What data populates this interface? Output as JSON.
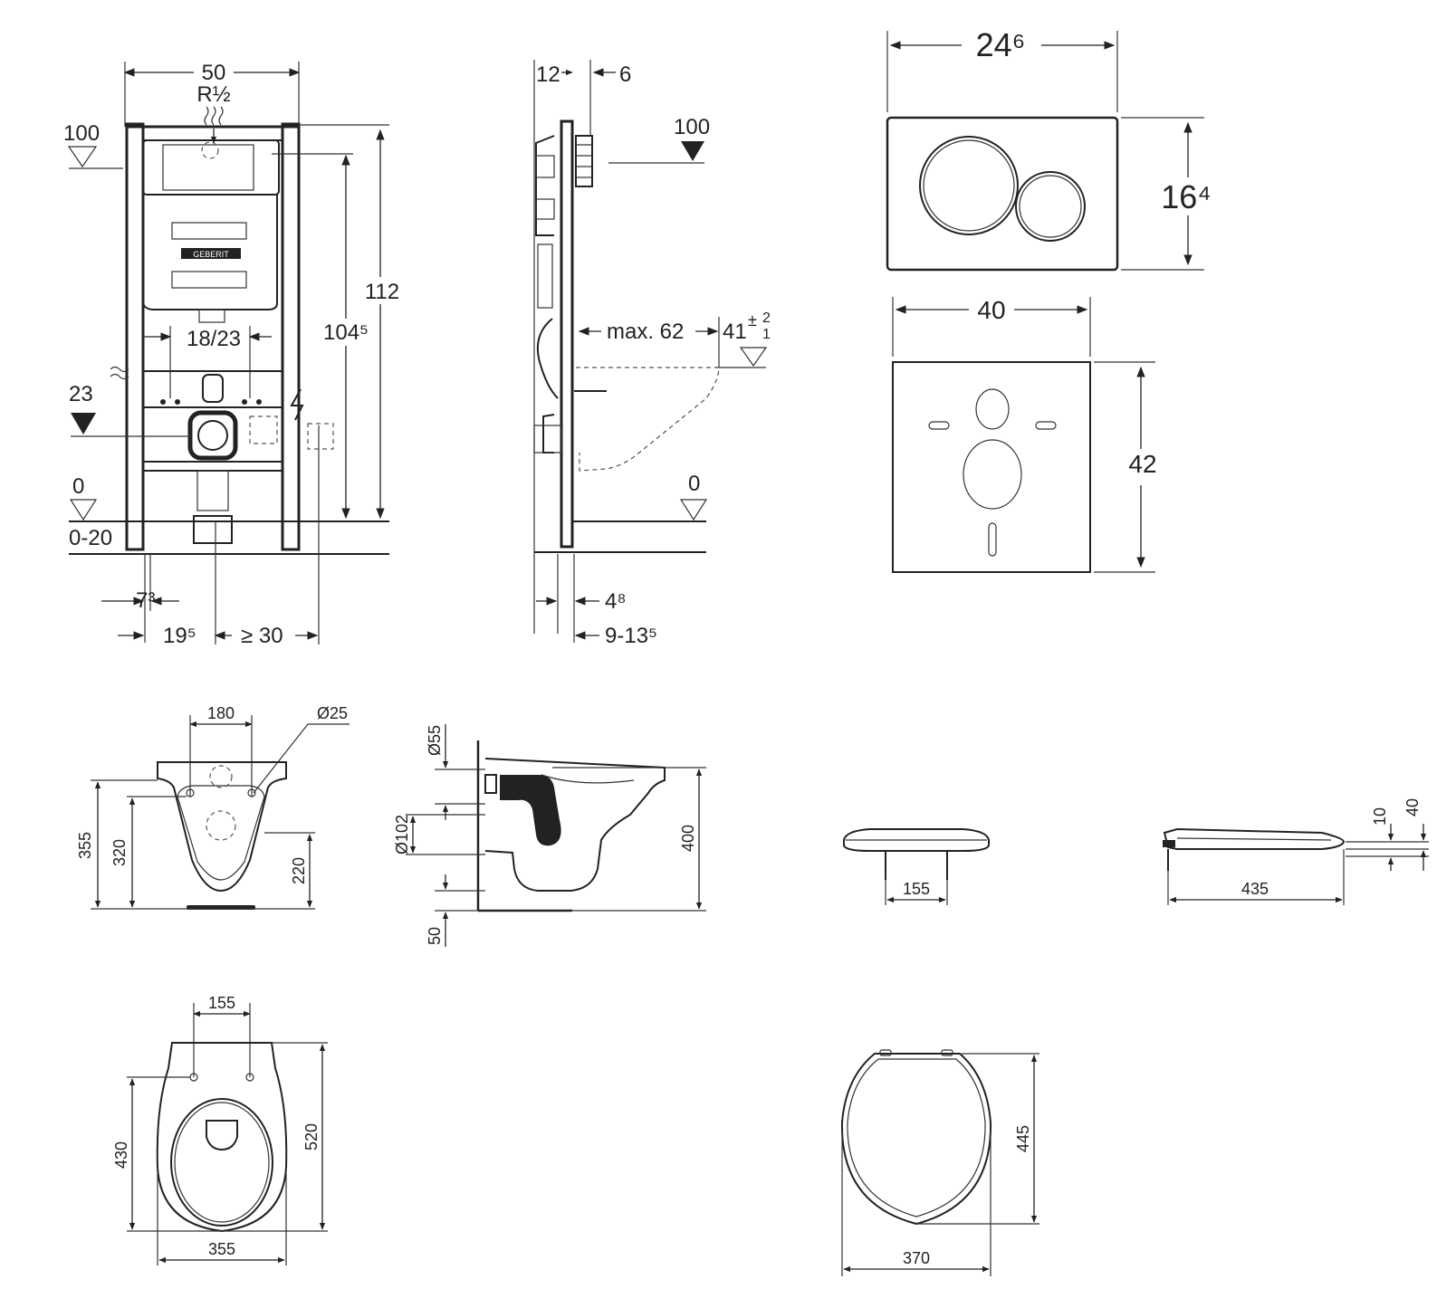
{
  "frame_front": {
    "width": "50",
    "connection": "R½",
    "level_100": "100",
    "level_23": "23",
    "level_0": "0",
    "floor_range": "0-20",
    "total_height": "112",
    "inner_height": "104⁵",
    "bolt_spacing": "18/23",
    "side_offset": "7³",
    "drain_offset": "19⁵",
    "min_clearance": "≥ 30"
  },
  "frame_side": {
    "top_left": "12",
    "top_right": "6",
    "level_100": "100",
    "max_projection": "max. 62",
    "bowl_height": "41",
    "tolerance_plus": "2",
    "tolerance_minus": "1",
    "level_0": "0",
    "bottom_a": "4⁸",
    "bottom_b": "9-13⁵"
  },
  "flush_plate": {
    "width": "24⁶",
    "height": "16⁴"
  },
  "sound_mat": {
    "width": "40",
    "height": "42"
  },
  "bowl_front": {
    "bolt_spacing": "180",
    "bolt_diameter": "Ø25",
    "height_355": "355",
    "height_320": "320",
    "height_220": "220"
  },
  "bowl_side": {
    "inlet": "Ø55",
    "outlet": "Ø102",
    "height": "400",
    "bottom": "50"
  },
  "seat_front": {
    "hinge_spacing": "155"
  },
  "seat_side": {
    "length": "435",
    "thickness_10": "10",
    "thickness_40": "40"
  },
  "bowl_top": {
    "bolt_spacing": "155",
    "length_430": "430",
    "length_520": "520",
    "width": "355"
  },
  "seat_top": {
    "length": "445",
    "width": "370"
  }
}
